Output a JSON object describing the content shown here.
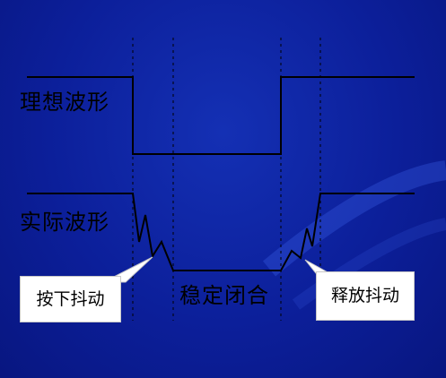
{
  "labels": {
    "ideal_waveform": "理想波形",
    "actual_waveform": "实际波形",
    "stable_closed": "稳定闭合",
    "press_bounce": "按下抖动",
    "release_bounce": "释放抖动"
  },
  "colors": {
    "background": "#0c1f9a",
    "waveform": "#000000",
    "guide_line": "#000000",
    "callout_fill": "#ffffff",
    "accent_arc": "#2a4fd8"
  }
}
